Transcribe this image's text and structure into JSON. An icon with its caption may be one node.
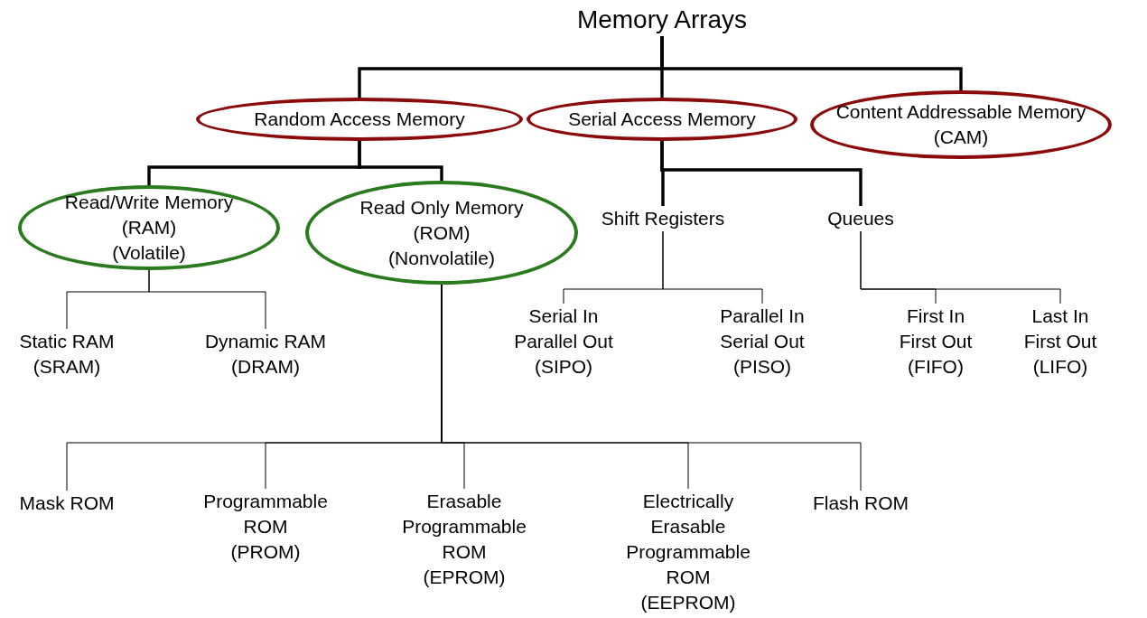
{
  "diagram": {
    "nodes": [
      {
        "text": [
          "Memory Arrays"
        ]
      },
      {
        "text": [
          "Random Access Memory"
        ]
      },
      {
        "text": [
          "Serial Access Memory"
        ]
      },
      {
        "text": [
          "Content Addressable Memory",
          "(CAM)"
        ]
      },
      {
        "text": [
          "Read/Write Memory",
          "(RAM)",
          "(Volatile)"
        ]
      },
      {
        "text": [
          "Read Only Memory",
          "(ROM)",
          "(Nonvolatile)"
        ]
      },
      {
        "text": [
          "Shift Registers"
        ]
      },
      {
        "text": [
          "Queues"
        ]
      },
      {
        "text": [
          "Static RAM",
          "(SRAM)"
        ]
      },
      {
        "text": [
          "Dynamic RAM",
          "(DRAM)"
        ]
      },
      {
        "text": [
          "Serial In Parallel Out",
          "(SIPO)"
        ]
      },
      {
        "text": [
          "Parallel In Serial Out",
          "(PISO)"
        ]
      },
      {
        "text": [
          "First In First Out",
          "(FIFO)"
        ]
      },
      {
        "text": [
          "Last In First Out",
          "(LIFO)"
        ]
      },
      {
        "text": [
          "Mask ROM"
        ]
      },
      {
        "text": [
          "Programmable ROM",
          "(PROM)"
        ]
      },
      {
        "text": [
          "Erasable Programmable ROM",
          "(EPROM)"
        ]
      },
      {
        "text": [
          "Electrically Erasable Programmable ROM",
          "(EEPROM)"
        ]
      },
      {
        "text": [
          "Flash ROM"
        ]
      }
    ],
    "edges": [
      {
        "from": 0,
        "to": 1,
        "arrow": "none",
        "style": "thick"
      },
      {
        "from": 0,
        "to": 2,
        "arrow": "none",
        "style": "thick"
      },
      {
        "from": 0,
        "to": 3,
        "arrow": "none",
        "style": "thick"
      },
      {
        "from": 1,
        "to": 4,
        "arrow": "none",
        "style": "thick"
      },
      {
        "from": 1,
        "to": 5,
        "arrow": "none",
        "style": "thick"
      },
      {
        "from": 2,
        "to": 6,
        "arrow": "none",
        "style": "thick"
      },
      {
        "from": 2,
        "to": 7,
        "arrow": "none",
        "style": "thick"
      },
      {
        "from": 4,
        "to": 8,
        "arrow": "none"
      },
      {
        "from": 4,
        "to": 9,
        "arrow": "none"
      },
      {
        "from": 6,
        "to": 10,
        "arrow": "none"
      },
      {
        "from": 6,
        "to": 11,
        "arrow": "none"
      },
      {
        "from": 7,
        "to": 12,
        "arrow": "none"
      },
      {
        "from": 7,
        "to": 13,
        "arrow": "none"
      },
      {
        "from": 5,
        "to": 14,
        "arrow": "none"
      },
      {
        "from": 5,
        "to": 15,
        "arrow": "none"
      },
      {
        "from": 5,
        "to": 16,
        "arrow": "none"
      },
      {
        "from": 5,
        "to": 17,
        "arrow": "none"
      },
      {
        "from": 5,
        "to": 18,
        "arrow": "none"
      }
    ]
  }
}
